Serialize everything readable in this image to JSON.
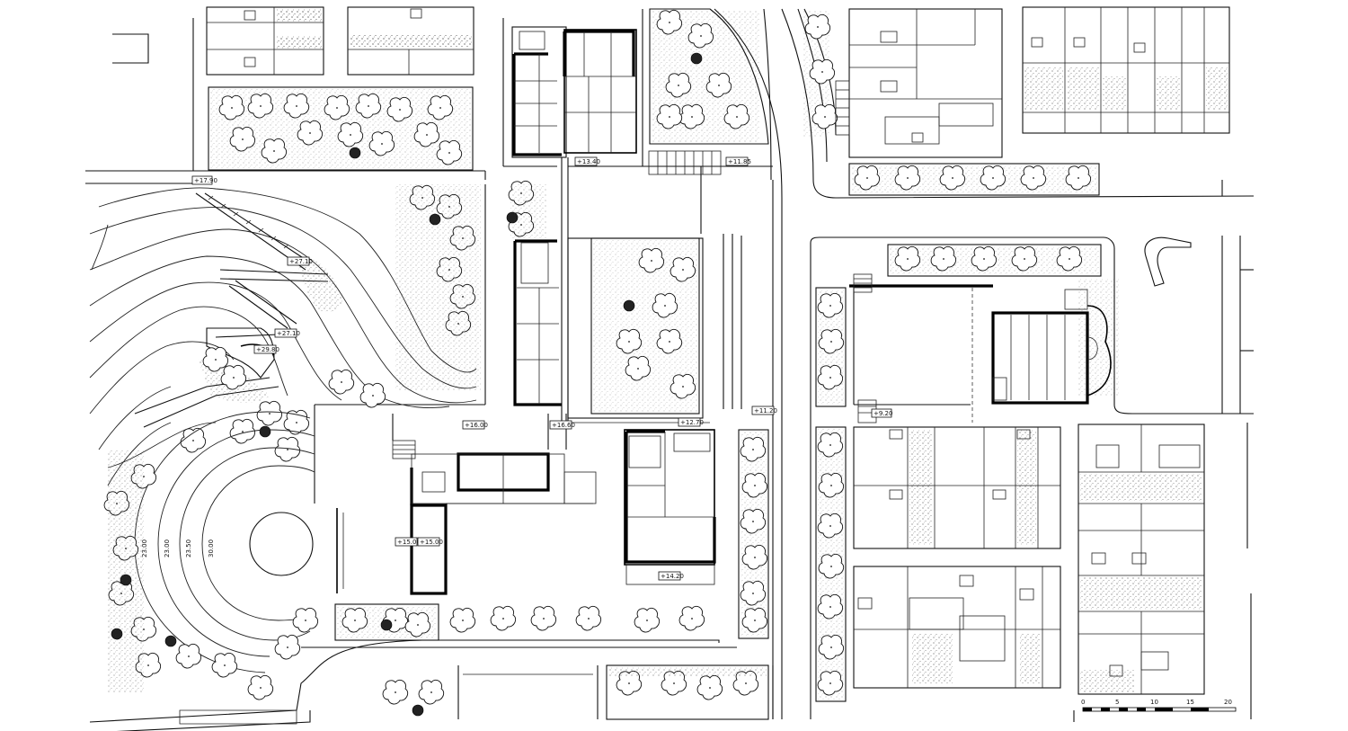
{
  "drawing": {
    "elevations": {
      "e1": "+17.90",
      "e2": "+13.40",
      "e3": "+11.85",
      "e4": "+27.10",
      "e5": "+27.10",
      "e6": "+29.80",
      "e7": "+16.00",
      "e8": "+16.60",
      "e9": "+12.70",
      "e10": "+11.20",
      "e11": "+9.20",
      "e12": "+15.00",
      "e13": "+15.00",
      "e14": "+14.20"
    },
    "rings": {
      "r1": "23.00",
      "r2": "23.00",
      "r3": "23.50",
      "r4": "30.00"
    },
    "scale_bar": {
      "ticks": [
        "0",
        "5",
        "10",
        "15",
        "20"
      ]
    }
  }
}
